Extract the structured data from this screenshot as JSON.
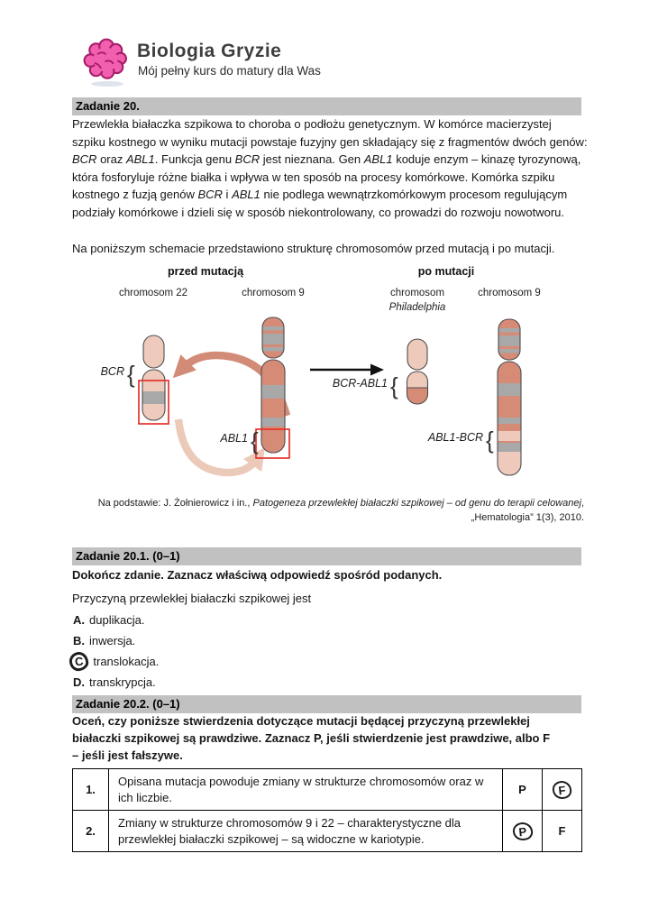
{
  "header": {
    "brand": "Biologia Gryzie",
    "tagline": "Mój pełny kurs do matury dla Was",
    "brand_color": "#3e3e3e",
    "logo_pink": "#f25fae",
    "logo_outline": "#a61c6b"
  },
  "task20": {
    "title": "Zadanie 20.",
    "paragraph": [
      {
        "t": "Przewlekła białaczka szpikowa to choroba o podłożu genetycznym. W komórce macierzystej szpiku kostnego w wyniku mutacji powstaje fuzyjny gen składający się z fragmentów dwóch genów: ",
        "i": false
      },
      {
        "t": "BCR",
        "i": true
      },
      {
        "t": " oraz ",
        "i": false
      },
      {
        "t": "ABL1",
        "i": true
      },
      {
        "t": ". Funkcja genu ",
        "i": false
      },
      {
        "t": "BCR",
        "i": true
      },
      {
        "t": " jest nieznana. Gen ",
        "i": false
      },
      {
        "t": "ABL1",
        "i": true
      },
      {
        "t": " koduje enzym – kinazę tyrozynową, która fosforyluje różne białka i wpływa w ten sposób na procesy komórkowe. Komórka szpiku kostnego z fuzją genów ",
        "i": false
      },
      {
        "t": "BCR",
        "i": true
      },
      {
        "t": " i ",
        "i": false
      },
      {
        "t": "ABL1",
        "i": true
      },
      {
        "t": " nie podlega wewnątrzkomórkowym procesom regulującym podziały komórkowe i dzieli się w sposób niekontrolowany, co prowadzi do rozwoju nowotworu.",
        "i": false
      }
    ],
    "schema_intro": "Na poniższym schemacie przedstawiono strukturę chromosomów przed mutacją i po mutacji."
  },
  "diagram": {
    "before_title": "przed mutacją",
    "after_title": "po mutacji",
    "chr22": "chromosom 22",
    "chr9_before": "chromosom 9",
    "philadelphia_line1": "chromosom",
    "philadelphia_line2": "Philadelphia",
    "chr9_after": "chromosom 9",
    "bcr": "BCR",
    "abl1": "ABL1",
    "bcr_abl1": "BCR-ABL1",
    "abl1_bcr": "ABL1-BCR",
    "colors": {
      "chromosome_light": "#eecabd",
      "chromosome_dark": "#d68b76",
      "band_gray": "#a8a8a8",
      "red_box": "#e5322b",
      "arrow_dark": "#d28b76",
      "arrow_light": "#eccaba"
    }
  },
  "citation": {
    "segments": [
      {
        "t": "Na podstawie: J. Żołnierowicz i in., ",
        "i": false
      },
      {
        "t": "Patogeneza przewlekłej białaczki szpikowej – od genu do terapii celowanej",
        "i": true
      },
      {
        "t": ", „Hematologia” 1(3), 2010.",
        "i": false
      }
    ]
  },
  "task201": {
    "title": "Zadanie 20.1. (0–1)",
    "instruction": "Dokończ zdanie. Zaznacz właściwą odpowiedź spośród podanych.",
    "stem": "Przyczyną przewlekłej białaczki szpikowej jest",
    "options": [
      {
        "letter": "A.",
        "text": "duplikacja.",
        "selected": false
      },
      {
        "letter": "B.",
        "text": "inwersja.",
        "selected": false
      },
      {
        "letter": "C",
        "text": "translokacja.",
        "selected": true
      },
      {
        "letter": "D.",
        "text": "transkrypcja.",
        "selected": false
      }
    ]
  },
  "task202": {
    "title": "Zadanie 20.2. (0–1)",
    "instruction": "Oceń, czy poniższe stwierdzenia dotyczące mutacji będącej przyczyną przewlekłej białaczki szpikowej są prawdziwe. Zaznacz P, jeśli stwierdzenie jest prawdziwe, albo F – jeśli jest fałszywe.",
    "table": {
      "rows": [
        {
          "num": "1.",
          "statement": "Opisana mutacja powoduje zmiany w strukturze chromosomów oraz w ich liczbie.",
          "p": "P",
          "f": "F",
          "circled": "F"
        },
        {
          "num": "2.",
          "statement": "Zmiany w strukturze chromosomów 9 i 22 – charakterystyczne dla przewlekłej białaczki szpikowej – są widoczne w kariotypie.",
          "p": "P",
          "f": "F",
          "circled": "P"
        }
      ]
    }
  }
}
